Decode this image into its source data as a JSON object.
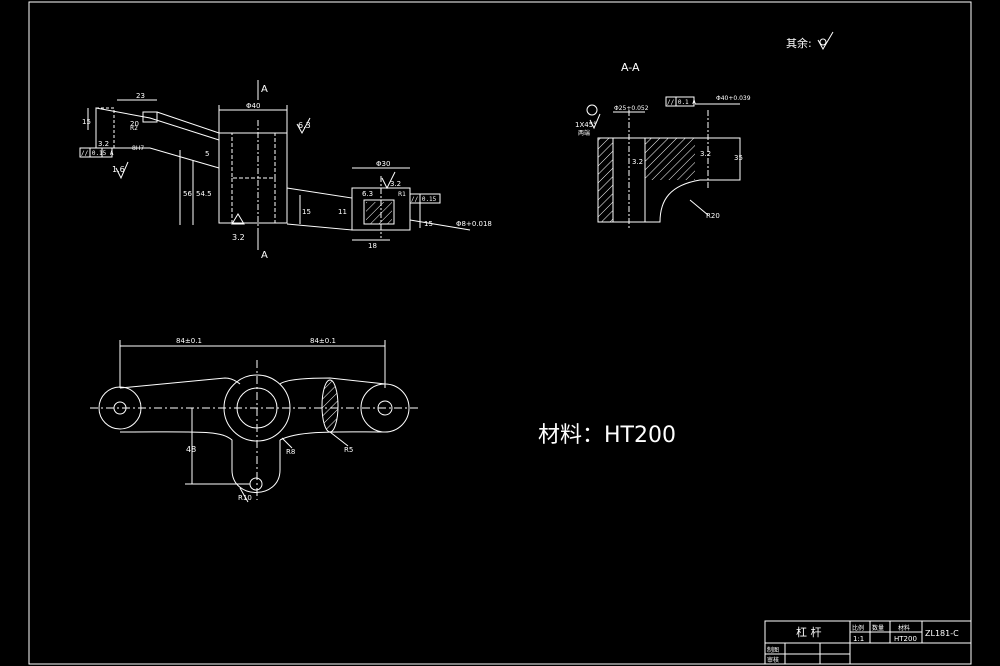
{
  "surface_finish_note": "其余:",
  "section_title": "A-A",
  "material_note": "材料：HT200",
  "front_view": {
    "section_mark_top": "A",
    "section_mark_bottom": "A",
    "dims": {
      "d40": "Φ40",
      "d23": "23",
      "d15_left": "15",
      "d20_side": "20",
      "d30": "Φ30",
      "d18": "18",
      "d15_right": "15",
      "d15_mid": "15",
      "d11": "11",
      "d5": "5",
      "d54": "54.5",
      "d56": "56",
      "hole_fit": "Φ8+0.018",
      "tol_8": "8H7",
      "r1": "R1",
      "r2": "R2"
    },
    "roughness": {
      "ra63": "6.3",
      "ra32": "3.2",
      "ra16": "1.6",
      "ra32b": "3.2",
      "ra63b": "6.3",
      "ra32c": "3.2"
    },
    "geo_tol": {
      "left": "// 0.15 A",
      "right": "// 0.15"
    }
  },
  "section_view": {
    "dims": {
      "d25": "Φ25+0.052",
      "d40": "Φ40+0.039",
      "d35": "35",
      "r20": "R20",
      "chamfer": "1X45°",
      "chamfer_note": "两端"
    },
    "geo_tol": "// 0.1 A",
    "roughness": {
      "ra32": "3.2",
      "ra32b": "3.2"
    }
  },
  "top_view": {
    "dims": {
      "left_len": "84±0.1",
      "right_len": "84±0.1",
      "d48": "48",
      "r5": "R5",
      "r8": "R8",
      "r10": "R10"
    }
  },
  "title_block": {
    "part_name": "杠 杆",
    "scale_hdr": "比例",
    "qty_hdr": "数量",
    "material_hdr": "材料",
    "scale": "1:1",
    "material": "HT200",
    "drawing_no": "ZL181-C",
    "drawn_by": "制图",
    "checked_by": "审核"
  }
}
